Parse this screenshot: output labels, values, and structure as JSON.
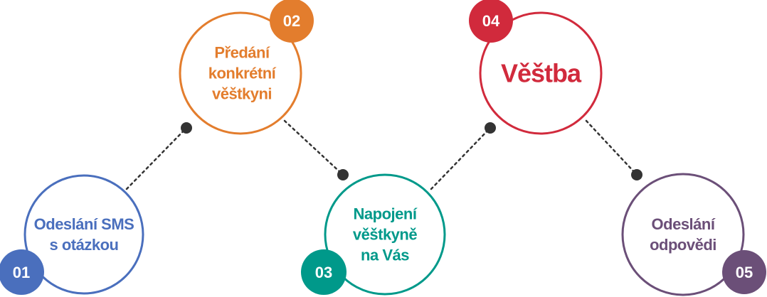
{
  "steps": [
    {
      "number": "01",
      "lines": [
        "Odeslání SMS",
        "s otázkou"
      ],
      "color": "#4a6fbd"
    },
    {
      "number": "02",
      "lines": [
        "Předání",
        "konkrétní",
        "věštkyni"
      ],
      "color": "#e37d2d"
    },
    {
      "number": "03",
      "lines": [
        "Napojení",
        "věštkyně",
        "na Vás"
      ],
      "color": "#00998a"
    },
    {
      "number": "04",
      "lines": [
        "Věštba"
      ],
      "color": "#d12a3c"
    },
    {
      "number": "05",
      "lines": [
        "Odeslání",
        "odpovědi"
      ],
      "color": "#6b4f78"
    }
  ],
  "connector_color": "#333333"
}
